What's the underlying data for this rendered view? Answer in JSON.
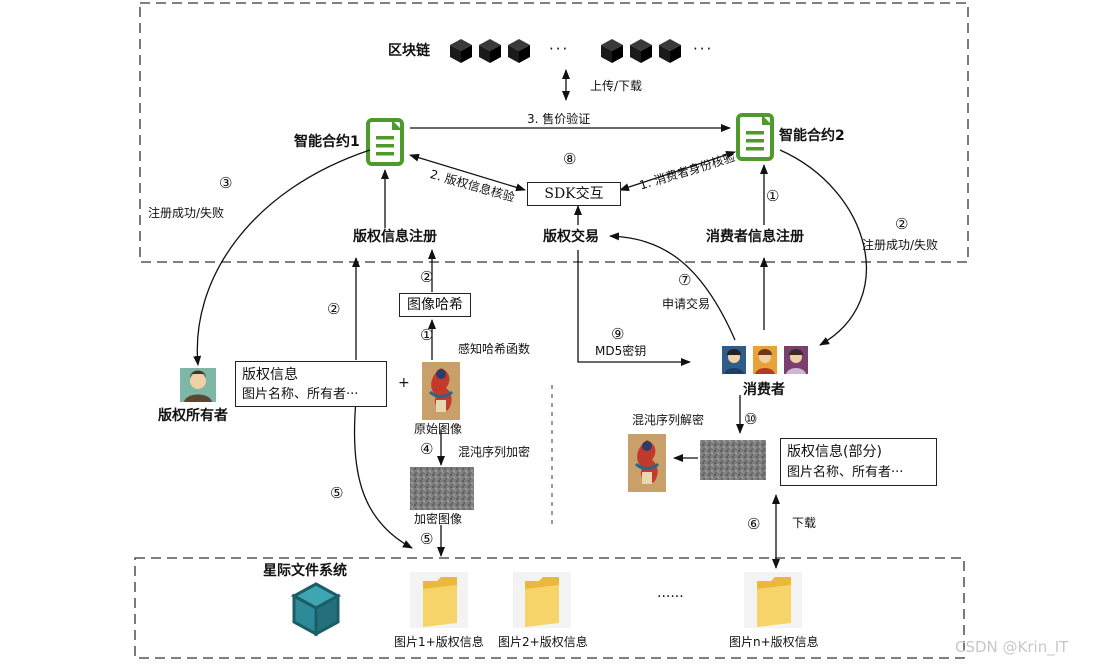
{
  "blockchain": {
    "label": "区块链",
    "dots": "···",
    "upload_download": "上传/下载"
  },
  "contract1": {
    "label": "智能合约1"
  },
  "contract2": {
    "label": "智能合约2"
  },
  "sdk": {
    "label": "SDK交互",
    "num": "⑧"
  },
  "price_verify": "3. 售价验证",
  "copyright_verify": "2. 版权信息核验",
  "consumer_verify": "1. 消费者身份核验",
  "reg_result_left": {
    "num": "③",
    "text": "注册成功/失败"
  },
  "reg_result_right": {
    "num": "②",
    "text": "注册成功/失败"
  },
  "copyright_register": "版权信息注册",
  "copyright_trade": "版权交易",
  "consumer_register": {
    "label": "消费者信息注册",
    "num": "①"
  },
  "image_hash": {
    "label": "图像哈希",
    "num_up": "②",
    "num_down": "①",
    "func": "感知哈希函数"
  },
  "owner": {
    "label": "版权所有者",
    "num_up": "②",
    "num_down": "⑤"
  },
  "copyright_info": {
    "title": "版权信息",
    "detail": "图片名称、所有者···",
    "plus": "+"
  },
  "original_image": {
    "label": "原始图像",
    "num": "④",
    "encrypt": "混沌序列加密"
  },
  "encrypted_image": {
    "label": "加密图像",
    "num": "⑤"
  },
  "apply_trade": {
    "num": "⑦",
    "text": "申请交易"
  },
  "md5": {
    "num": "⑨",
    "text": "MD5密钥"
  },
  "consumer": {
    "label": "消费者"
  },
  "decrypt": {
    "num": "⑩",
    "text": "混沌序列解密"
  },
  "partial_info": {
    "title": "版权信息(部分)",
    "detail": "图片名称、所有者···"
  },
  "download": {
    "num": "⑥",
    "text": "下载"
  },
  "ipfs": {
    "label": "星际文件系统",
    "files": [
      "图片1+版权信息",
      "图片2+版权信息",
      "图片n+版权信息"
    ],
    "ellipsis": "······"
  },
  "watermark": "CSDN @Krin_IT",
  "colors": {
    "contract_green": "#4e9a2a",
    "folder_yellow": "#f3c94a",
    "cube_teal": "#2c8a99",
    "noise_gray": "#7a7a7a"
  }
}
